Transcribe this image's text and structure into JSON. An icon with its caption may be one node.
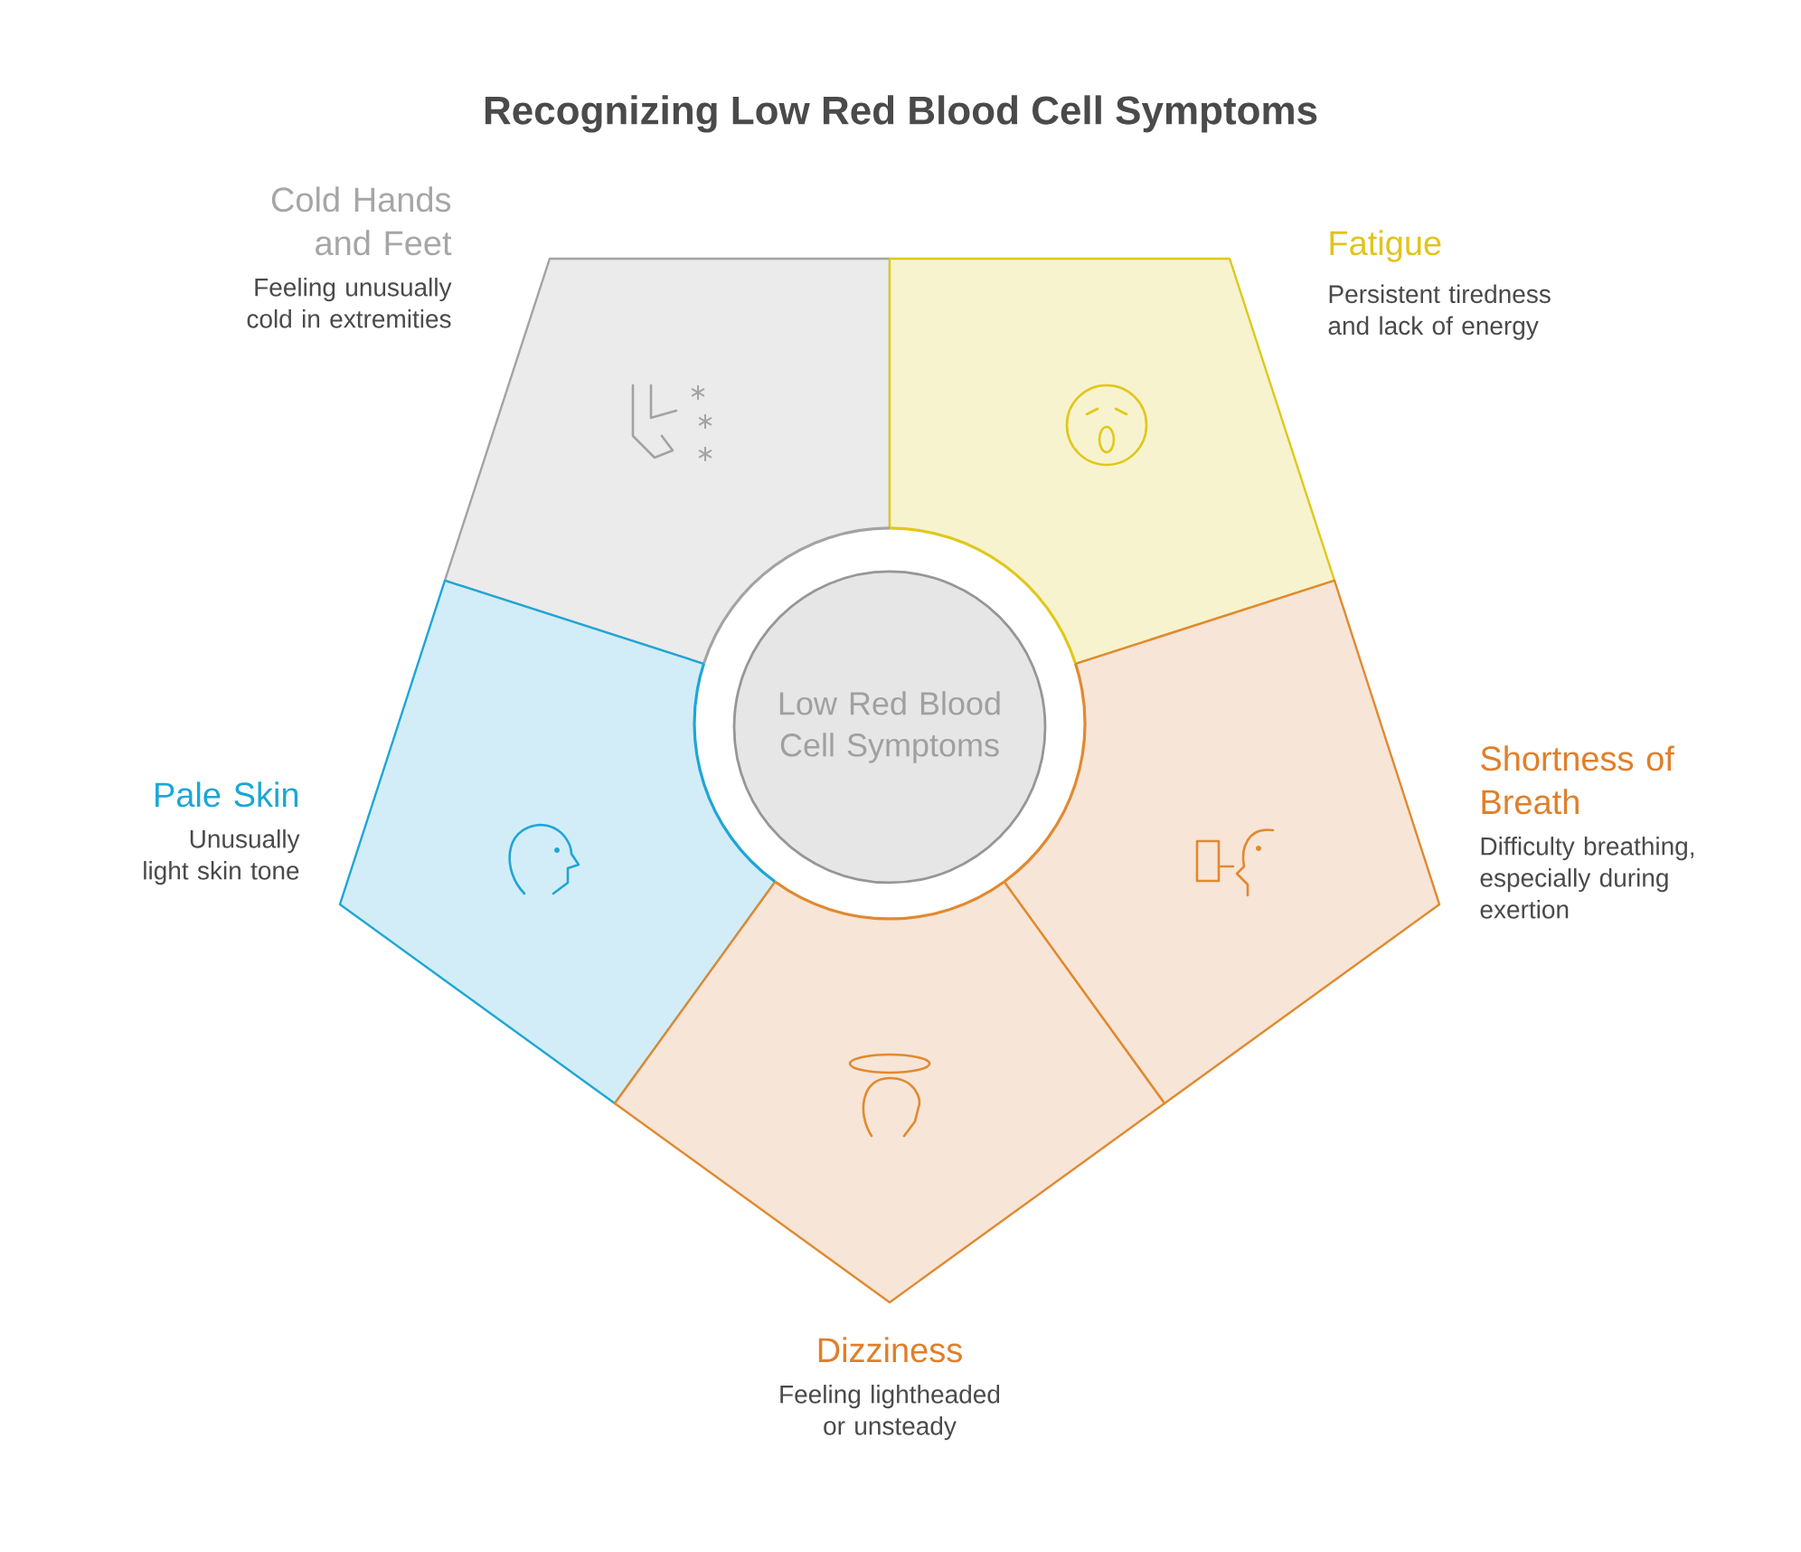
{
  "diagram": {
    "title": "Recognizing Low Red Blood Cell Symptoms",
    "nodes": [
      {
        "text": [
          "Cold Hands and Feet",
          "Feeling unusually cold in extremities"
        ]
      },
      {
        "text": [
          "Fatigue",
          "Persistent tiredness and lack of energy"
        ]
      },
      {
        "text": [
          "Low Red Blood Cell Symptoms"
        ]
      },
      {
        "text": [
          "Pale Skin",
          "Unusually light skin tone"
        ]
      },
      {
        "text": [
          "Shortness of Breath",
          "Difficulty breathing, especially during exertion"
        ]
      },
      {
        "text": [
          "Dizziness",
          "Feeling lightheaded or unsteady"
        ]
      }
    ],
    "edges": []
  }
}
